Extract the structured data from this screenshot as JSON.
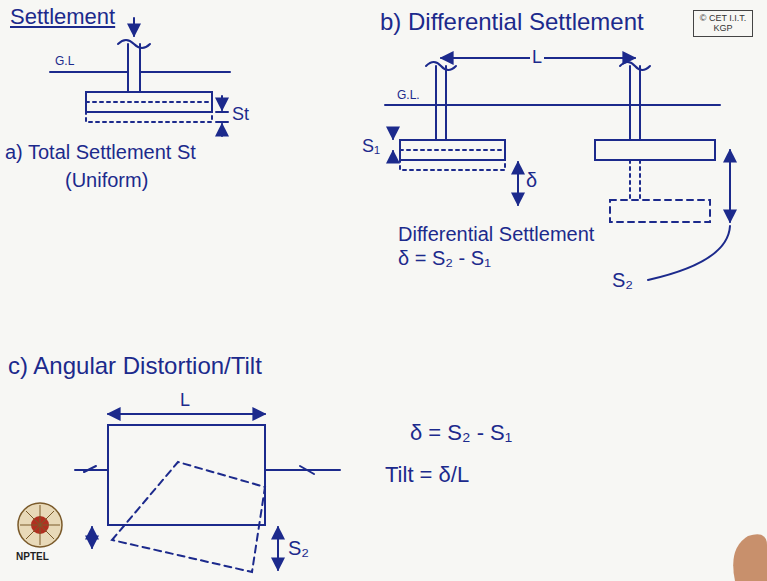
{
  "diagram": {
    "title": "Settlement",
    "nodes": [
      {
        "text": [
          "© CET I.I.T. KGP"
        ]
      }
    ],
    "labels": [
      "a) Total Settlement St",
      "(Uniform)",
      "G.L",
      "St",
      "b) Differential Settlement",
      "G.L.",
      "L",
      "S₁",
      "δ",
      "Differential Settlement δ = S₂ - S₁",
      "S₂",
      "c) Angular Distortion/Tilt",
      "L",
      "δ = S₂ - S₁",
      "Tilt = δ/L",
      "S₂",
      "NPTEL"
    ]
  }
}
